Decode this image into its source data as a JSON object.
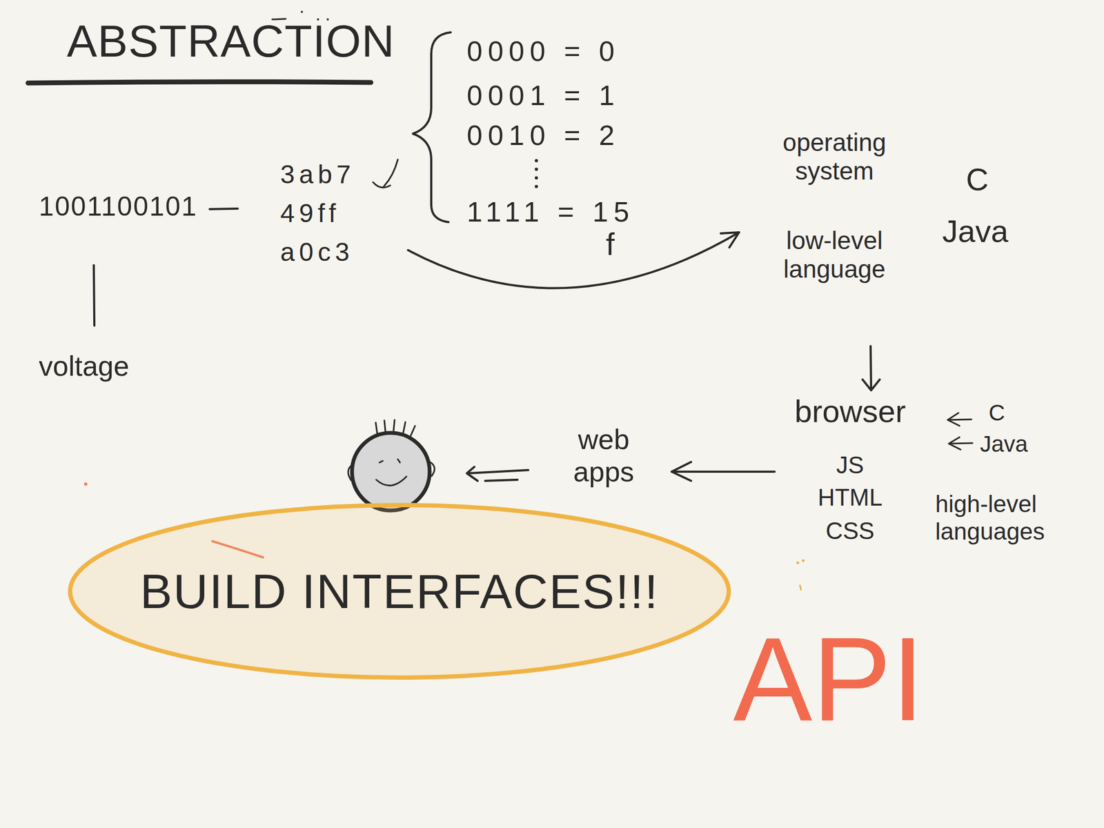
{
  "diagram": {
    "title": "ABSTRACTION",
    "nodes": [
      {
        "text": [
          "BUILD INTERFACES!!!"
        ]
      }
    ],
    "labels": [
      "1001100101",
      "voltage",
      "3ab7",
      "49ff",
      "a0c3",
      "0000 = 0",
      "0001 = 1",
      "0010 = 2",
      "1111 = 15",
      "f",
      "operating system",
      "C",
      "low-level language",
      "Java",
      "browser",
      "C",
      "Java",
      "JS",
      "HTML",
      "CSS",
      "high-level languages",
      "web apps",
      "API"
    ]
  }
}
